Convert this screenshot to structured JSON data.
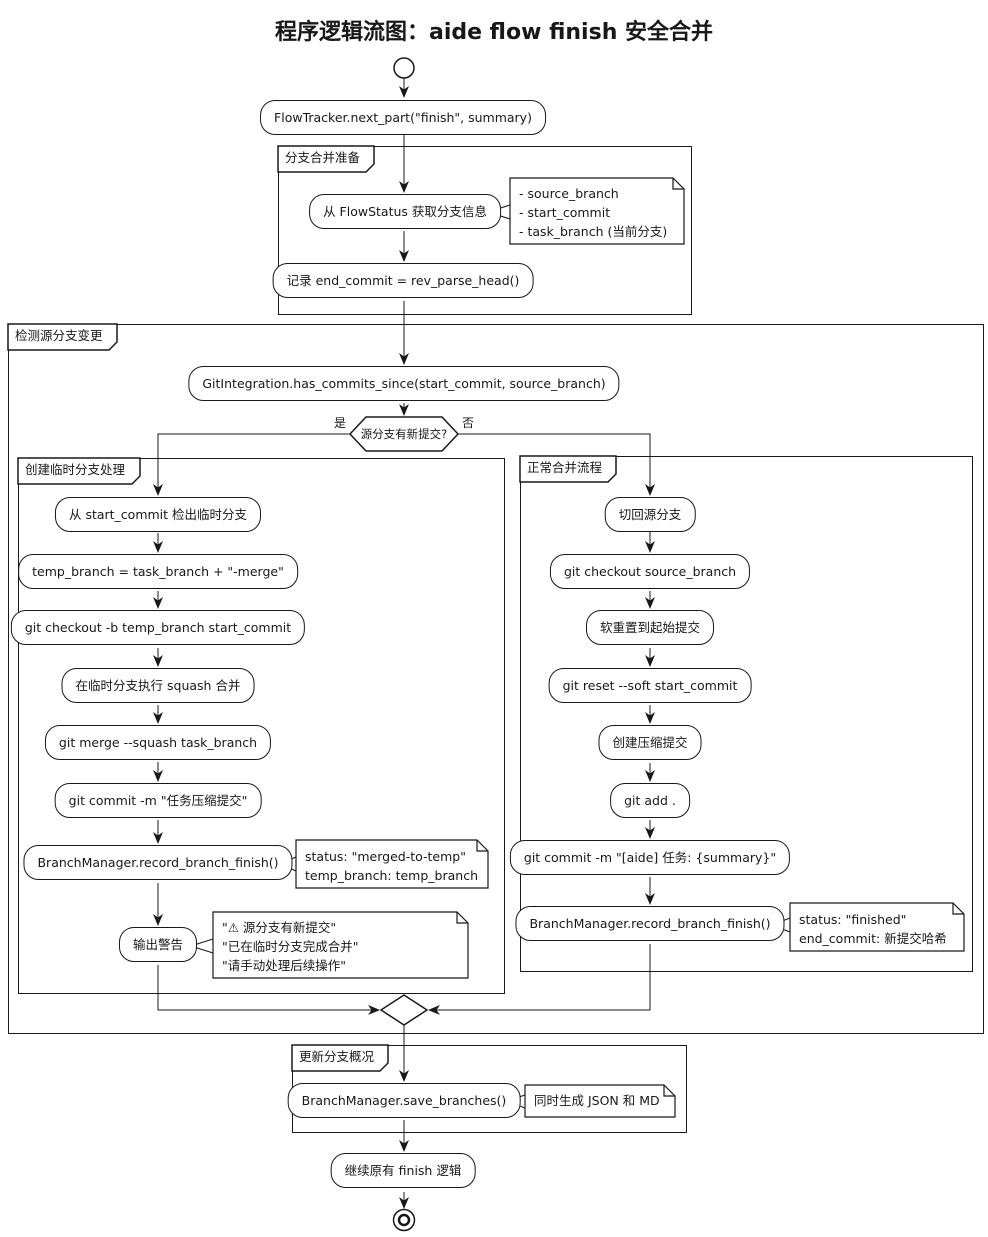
{
  "title": "程序逻辑流图：aide flow finish 安全合并",
  "main_flow": {
    "flowtracker": "FlowTracker.next_part(\"finish\", summary)",
    "get_branch_info": "从 FlowStatus 获取分支信息",
    "record_end_commit": "记录 end_commit = rev_parse_head()",
    "has_commits_since": "GitIntegration.has_commits_since(start_commit, source_branch)",
    "save_branches": "BranchManager.save_branches()",
    "continue_finish": "继续原有 finish 逻辑"
  },
  "partitions": {
    "prepare": "分支合并准备",
    "detect": "检测源分支变更",
    "temp_branch": "创建临时分支处理",
    "normal_merge": "正常合并流程",
    "update_overview": "更新分支概况"
  },
  "decision": {
    "question": "源分支有新提交?",
    "yes": "是",
    "no": "否"
  },
  "temp_branch_steps": [
    "从 start_commit 检出临时分支",
    "temp_branch = task_branch + \"-merge\"",
    "git checkout -b temp_branch start_commit",
    "在临时分支执行 squash 合并",
    "git merge --squash task_branch",
    "git commit -m \"任务压缩提交\"",
    "BranchManager.record_branch_finish()",
    "输出警告"
  ],
  "normal_merge_steps": [
    "切回源分支",
    "git checkout source_branch",
    "软重置到起始提交",
    "git reset --soft start_commit",
    "创建压缩提交",
    "git add .",
    "git commit -m \"[aide] 任务: {summary}\"",
    "BranchManager.record_branch_finish()"
  ],
  "notes": {
    "branch_info": [
      "- source_branch",
      "- start_commit",
      "- task_branch (当前分支)"
    ],
    "merged_to_temp": [
      "status: \"merged-to-temp\"",
      "temp_branch: temp_branch"
    ],
    "warning": [
      "\"⚠ 源分支有新提交\"",
      "\"已在临时分支完成合并\"",
      "\"请手动处理后续操作\""
    ],
    "finished": [
      "status: \"finished\"",
      "end_commit: 新提交哈希"
    ],
    "save_output": [
      "同时生成 JSON 和 MD"
    ]
  }
}
